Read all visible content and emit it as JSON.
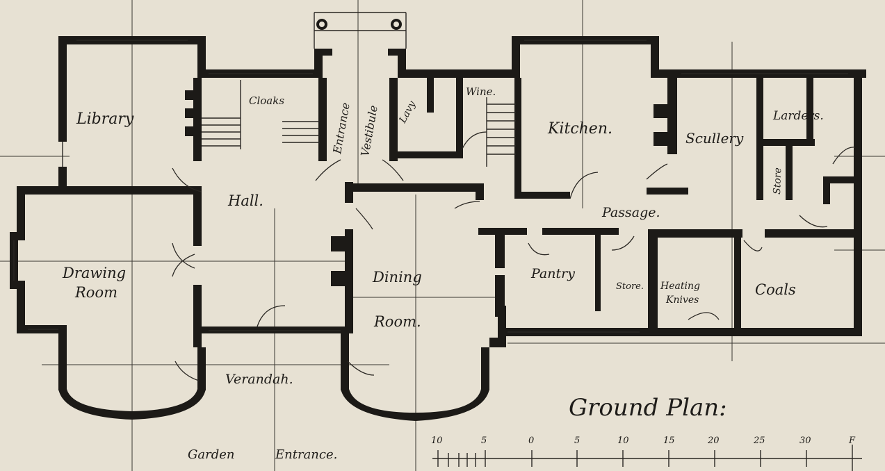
{
  "drawing": {
    "title": "Ground Plan:",
    "rooms": {
      "library": "Library",
      "cloaks": "Cloaks",
      "entrance": "Entrance",
      "vestibule": "Vestibule",
      "lavy": "Lavy",
      "wine": "Wine.",
      "kitchen": "Kitchen.",
      "scullery": "Scullery",
      "larders": "Larders.",
      "store_east": "Store",
      "hall": "Hall.",
      "passage": "Passage.",
      "drawing_1": "Drawing",
      "drawing_2": "Room",
      "dining_1": "Dining",
      "dining_2": "Room.",
      "pantry": "Pantry",
      "store_mid": "Store.",
      "heating_1": "Heating",
      "heating_2": "Knives",
      "coals": "Coals",
      "verandah": "Verandah.",
      "garden": "Garden",
      "garden_entrance": "Entrance."
    },
    "scale": {
      "ticks": [
        "10",
        "5",
        "0",
        "5",
        "10",
        "15",
        "20",
        "25",
        "30"
      ],
      "end_label": "F"
    }
  }
}
